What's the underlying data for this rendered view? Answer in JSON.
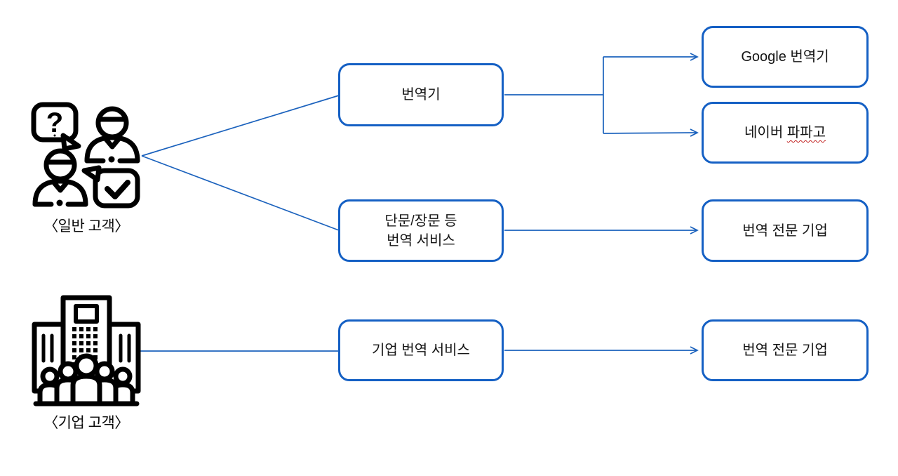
{
  "diagram": {
    "colors": {
      "box_border": "#1560c4",
      "connector": "#1b62bd",
      "icon": "#000000",
      "text": "#151515",
      "misspell_underline": "#c22222",
      "background": "#ffffff"
    },
    "actors": [
      {
        "name": "general-customer",
        "label": "〈일반 고객〉",
        "icon": "customers-chat-icon"
      },
      {
        "name": "corporate-customer",
        "label": "〈기업 고객〉",
        "icon": "company-building-icon"
      }
    ],
    "service_boxes": [
      {
        "name": "translator",
        "label": "번역기"
      },
      {
        "name": "short-long-translation-service",
        "line1": "단문/장문 등",
        "line2": "번역 서비스"
      },
      {
        "name": "corporate-translation-service",
        "label": "기업 번역 서비스"
      }
    ],
    "provider_boxes": [
      {
        "name": "google-translator",
        "label": "Google 번역기"
      },
      {
        "name": "naver-papago",
        "text_plain": "네이버 ",
        "text_underlined": "파파고"
      },
      {
        "name": "translation-company-top",
        "label": "번역 전문 기업"
      },
      {
        "name": "translation-company-bottom",
        "label": "번역 전문 기업"
      }
    ],
    "icon_glyphs": {
      "question_mark": "?"
    }
  }
}
